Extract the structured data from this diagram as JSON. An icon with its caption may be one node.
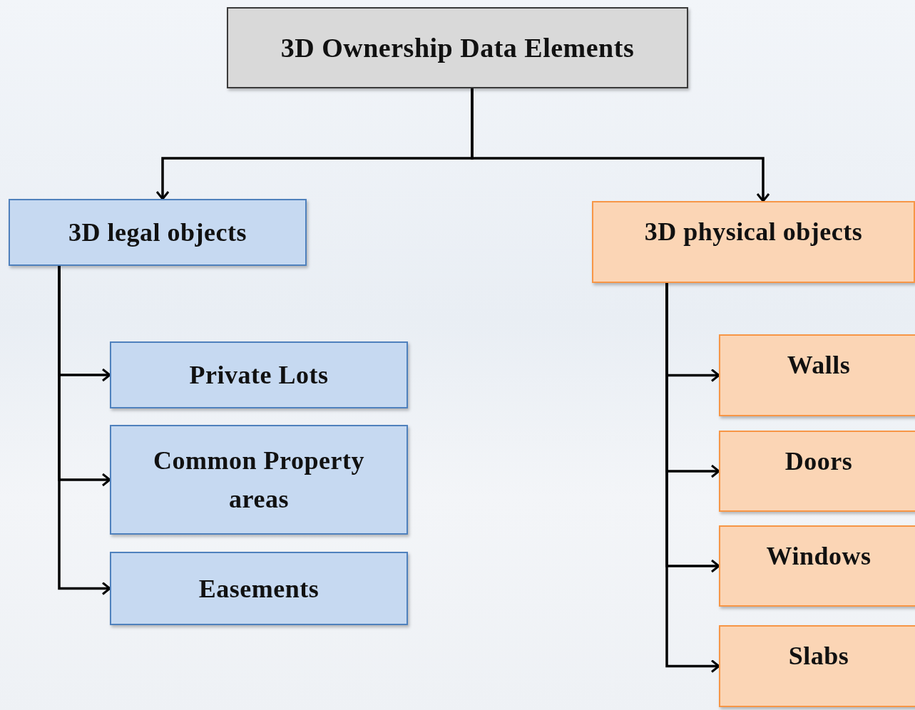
{
  "diagram": {
    "nodes": [
      {
        "text": [
          "3D Ownership Data Elements"
        ]
      },
      {
        "text": [
          "3D legal objects"
        ]
      },
      {
        "text": [
          "3D physical objects"
        ]
      },
      {
        "text": [
          "Private Lots"
        ]
      },
      {
        "text": [
          "Common Property areas"
        ]
      },
      {
        "text": [
          "Easements"
        ]
      },
      {
        "text": [
          "Walls"
        ]
      },
      {
        "text": [
          "Doors"
        ]
      },
      {
        "text": [
          "Windows"
        ]
      },
      {
        "text": [
          "Slabs"
        ]
      }
    ],
    "edges": [
      {
        "from": 0,
        "to": 1,
        "arrow": "to"
      },
      {
        "from": 0,
        "to": 2,
        "arrow": "to"
      },
      {
        "from": 1,
        "to": 3,
        "arrow": "to"
      },
      {
        "from": 1,
        "to": 4,
        "arrow": "to"
      },
      {
        "from": 1,
        "to": 5,
        "arrow": "to"
      },
      {
        "from": 2,
        "to": 6,
        "arrow": "to"
      },
      {
        "from": 2,
        "to": 7,
        "arrow": "to"
      },
      {
        "from": 2,
        "to": 8,
        "arrow": "to"
      },
      {
        "from": 2,
        "to": 9,
        "arrow": "to"
      }
    ]
  }
}
